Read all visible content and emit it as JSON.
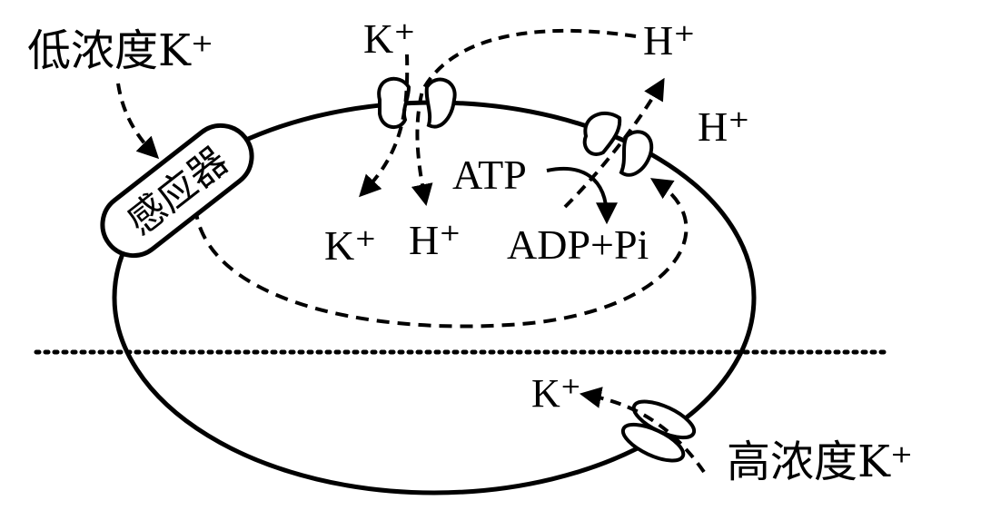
{
  "diagram": {
    "labels": {
      "low_conc_k": "低浓度K⁺",
      "high_conc_k": "高浓度K⁺",
      "sensor": "感应器",
      "k_top": "K⁺",
      "h_top_right": "H⁺",
      "h_right": "H⁺",
      "atp": "ATP",
      "adp_pi": "ADP+Pi",
      "k_inside": "K⁺",
      "h_inside": "H⁺",
      "k_bottom": "K⁺"
    },
    "colors": {
      "ink": "#000000",
      "background": "#ffffff",
      "protein_fill": "#ffffff"
    }
  }
}
